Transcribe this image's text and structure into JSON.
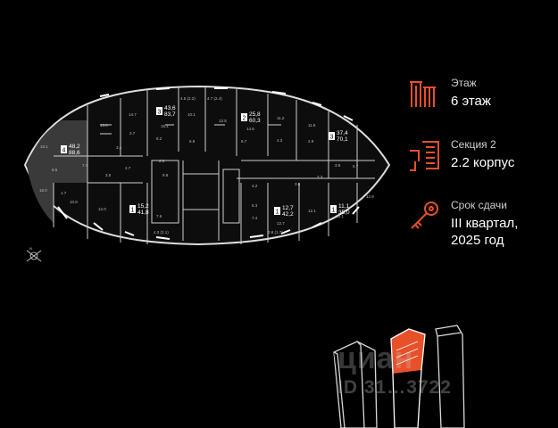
{
  "floor": {
    "label": "Этаж",
    "value": "6 этаж",
    "icon": "floor-icon"
  },
  "section": {
    "label": "Секция 2",
    "value": "2.2 корпус",
    "icon": "section-icon"
  },
  "deadline": {
    "label": "Срок сдачи",
    "value_line1": "III квартал,",
    "value_line2": "2025 год",
    "icon": "key-icon"
  },
  "accent_color": "#e8502a",
  "watermark": {
    "brand": "циан",
    "id": "ID 31…3722"
  },
  "plan": {
    "apartments": [
      {
        "rooms": "4",
        "area_top": "48,2",
        "area_bottom": "88,6"
      },
      {
        "rooms": "3",
        "area_top": "43,6",
        "area_bottom": "83,7"
      },
      {
        "rooms": "2",
        "area_top": "25,8",
        "area_bottom": "60,3"
      },
      {
        "rooms": "3",
        "area_top": "37,4",
        "area_bottom": "70,1"
      },
      {
        "rooms": "1",
        "area_top": "15,2",
        "area_bottom": "41,8"
      },
      {
        "rooms": "1",
        "area_top": "12,7",
        "area_bottom": "42,2"
      },
      {
        "rooms": "1",
        "area_top": "11,1",
        "area_bottom": "35,0"
      }
    ],
    "room_labels": [
      "14.7",
      "4.5 (2.2)",
      "4.7 (2.4)",
      "12.5",
      "13.8",
      "15.1",
      "10.1",
      "14.6",
      "11.2",
      "11.8",
      "10.1",
      "6.5",
      "7.3",
      "2.7",
      "3.4",
      "8.2",
      "6.9",
      "6.7",
      "4.3",
      "2.9",
      "3.9",
      "5.7",
      "18.0",
      "10.8",
      "12.0",
      "7.6",
      "9.8",
      "2.7",
      "5.3",
      "7.4",
      "12.7",
      "13.1",
      "12.1",
      "12.9",
      "4.3 (2.1)",
      "3.8 (1.7)",
      "1.7",
      "2.8",
      "3.5",
      "4.2",
      "3.6",
      "3.3"
    ],
    "compass": "N"
  }
}
